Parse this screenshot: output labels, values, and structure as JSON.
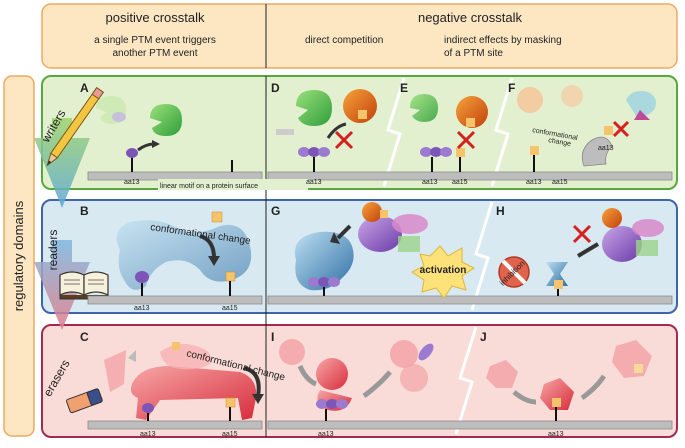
{
  "header": {
    "positive_title": "positive crosstalk",
    "negative_title": "negative crosstalk",
    "positive_sub_1": "a single PTM event triggers",
    "positive_sub_2": "another PTM event",
    "direct_competition": "direct competition",
    "indirect_1": "indirect effects by masking",
    "indirect_2": "of a PTM site"
  },
  "side": {
    "regulatory_domains": "regulatory domains",
    "writers": "writers",
    "readers": "readers",
    "erasers": "erasers"
  },
  "panels": {
    "A": "A",
    "B": "B",
    "C": "C",
    "D": "D",
    "E": "E",
    "F": "F",
    "G": "G",
    "H": "H",
    "I": "I",
    "J": "J"
  },
  "labels": {
    "aa13": "aa13",
    "aa15": "aa15",
    "linear_motif": "linear motif on a protein surface",
    "conformational_change": "conformational change",
    "conformational_small_1": "conformational",
    "conformational_small_2": "change",
    "activation": "activation",
    "inhibition": "inhibition"
  },
  "colors": {
    "header_fill": "#fde7c3",
    "header_stroke": "#f0a864",
    "writers_fill": "#e3f0cf",
    "writers_stroke": "#58a83e",
    "readers_fill": "#d8e9f2",
    "readers_stroke": "#3f64a9",
    "erasers_fill": "#f9dcd7",
    "erasers_stroke": "#a32a4e"
  }
}
